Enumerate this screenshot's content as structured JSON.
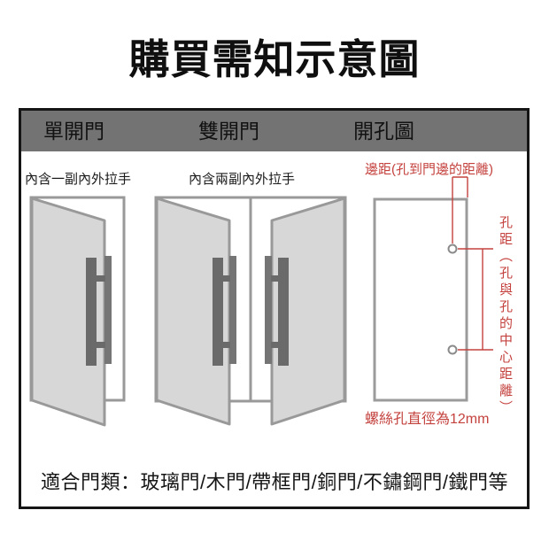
{
  "title": "購買需知示意圖",
  "panel": {
    "header": {
      "single_door": "單開門",
      "double_door": "雙開門",
      "hole_diagram": "開孔圖"
    },
    "notes": {
      "single_door": "內含一副內外拉手",
      "double_door": "內含兩副內外拉手"
    },
    "hole_diagram": {
      "edge_distance_label": "邊距(孔到門邊的距離)",
      "hole_distance_label": "孔距（孔與孔的中心距離）",
      "screw_hole_label": "螺絲孔直徑為12mm"
    },
    "footer": "適合門類：玻璃門/木門/帶框門/銅門/不鏽鋼門/鐵門等"
  },
  "colors": {
    "annotation_red": "#c4423e",
    "header_bar_gray": "#737373",
    "door_fill_gray": "#d7d7d7",
    "outline_gray": "#999999",
    "handle_gray": "#6a6a6a"
  }
}
